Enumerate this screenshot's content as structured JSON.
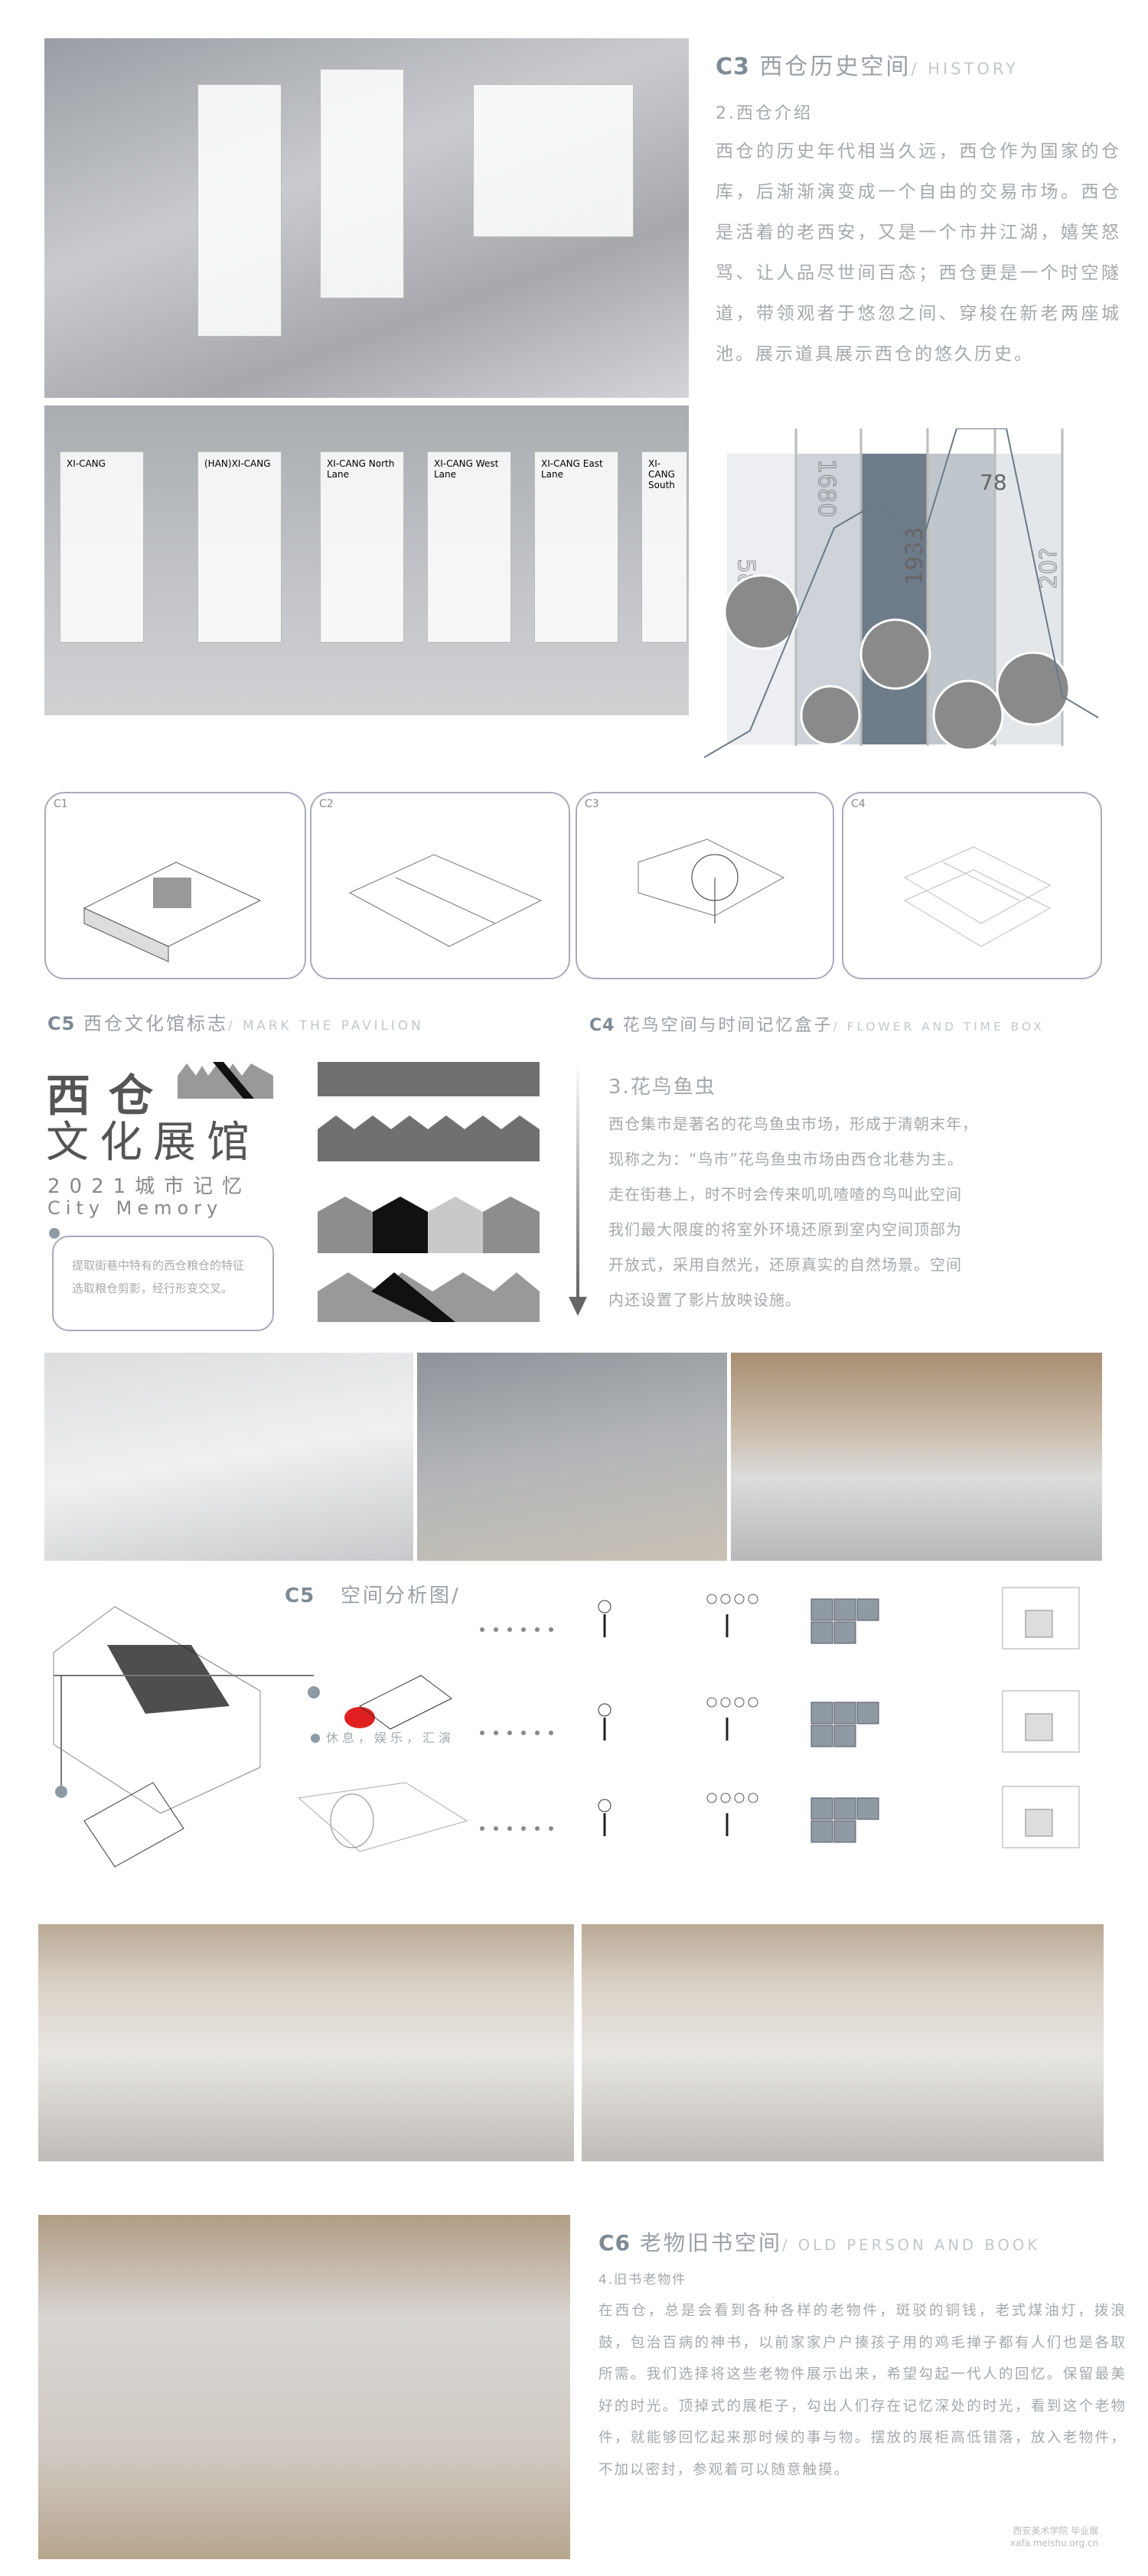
{
  "c3": {
    "num": "C3",
    "title": "西仓历史空间",
    "en": "/ HISTORY",
    "subtitle": "2.西仓介绍",
    "body": "西仓的历史年代相当久远，西仓作为国家的仓库，后渐渐演变成一个自由的交易市场。西仓是活着的老西安，又是一个市井江湖，嬉笑怒骂、让人品尽世间百态；西仓更是一个时空隧道，带领观者于悠忽之间、穿梭在新老两座城池。展示道具展示西仓的悠久历史。"
  },
  "panels": {
    "p1": "XI-CANG",
    "p2": "(HAN)XI-CANG",
    "p3": "XI-CANG North Lane",
    "p4": "XI-CANG West Lane",
    "p5": "XI-CANG East Lane",
    "p6": "XI-CANG South"
  },
  "timeline": {
    "labels": [
      "583",
      "1680",
      "1933",
      "78",
      "20?"
    ],
    "colors": [
      "#eceef1",
      "#cdd3d9",
      "#6e7b88",
      "#bfc7cc",
      "#e4e7ea"
    ]
  },
  "cboxes": [
    "C1",
    "C2",
    "C3",
    "C4"
  ],
  "c5mark": {
    "num": "C5",
    "title": "西仓文化馆标志",
    "en": "/ MARK THE PAVILION",
    "logo1": "西仓",
    "logo2": "文化展馆",
    "logo3": "2021城市记忆",
    "logo4": "City Memory",
    "note": "提取街巷中特有的西仓粮仓的特征选取粮仓剪影，经行形变交叉。"
  },
  "c4": {
    "num": "C4",
    "title": "花鸟空间与时间记忆盒子",
    "en": "/ FLOWER AND TIME BOX",
    "subtitle": "3.花鸟鱼虫",
    "lines": [
      "西仓集市是著名的花鸟鱼虫市场，形成于清朝末年，",
      "现称之为：“鸟市”花鸟鱼虫市场由西仓北巷为主。",
      "走在街巷上，时不时会传来叽叽喳喳的鸟叫此空间",
      "我们最大限度的将室外环境还原到室内空间顶部为",
      "开放式，采用自然光，还原真实的自然场景。空间",
      "内还设置了影片放映设施。"
    ]
  },
  "c5analysis": {
    "num": "C5",
    "title": "空间分析图/",
    "legend": "休息，娱乐，汇演"
  },
  "c6": {
    "num": "C6",
    "title": "老物旧书空间",
    "en": "/ OLD PERSON AND BOOK",
    "subtitle": "4.旧书老物件",
    "body": "在西仓，总是会看到各种各样的老物件，斑驳的铜钱，老式煤油灯，拨浪鼓，包治百病的神书，以前家家户户揍孩子用的鸡毛掸子都有人们也是各取所需。我们选择将这些老物件展示出来，希望勾起一代人的回忆。保留最美好的时光。顶掉式的展柜子，勾出人们存在记忆深处的时光，看到这个老物件，就能够回忆起来那时候的事与物。摆放的展柜高低错落，放入老物件，不加以密封，参观着可以随意触摸。"
  },
  "watermark": {
    "school": "西安美术学院 毕业展",
    "url": "xafa.meishu.org.cn"
  }
}
